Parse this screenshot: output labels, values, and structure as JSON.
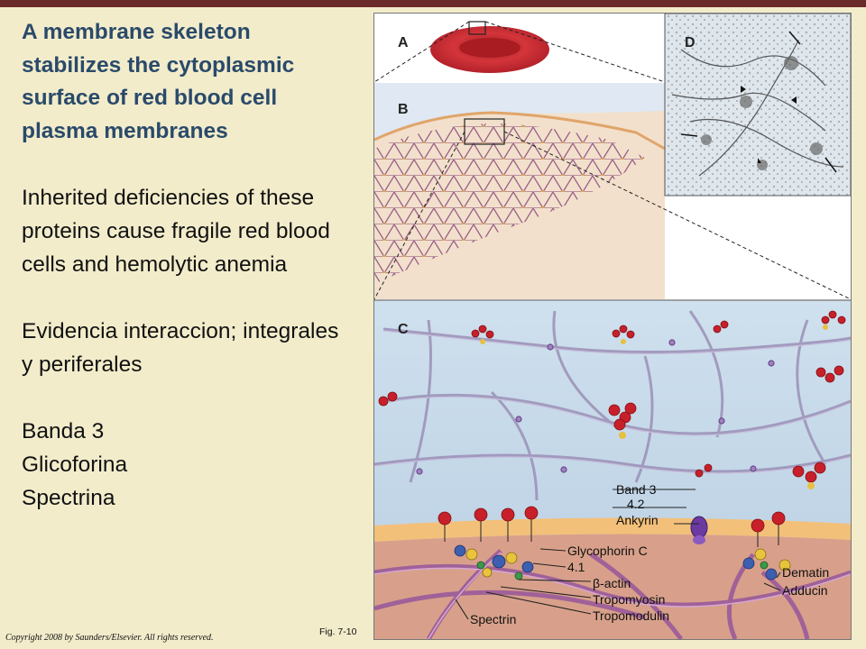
{
  "slide": {
    "title": "A membrane skeleton stabilizes the cytoplasmic surface of red blood cell plasma membranes",
    "paragraph1": "Inherited deficiencies of these proteins cause fragile red blood cells and hemolytic anemia",
    "paragraph2": "Evidencia interaccion; integrales y periferales",
    "list": [
      "Banda 3",
      "Glicoforina",
      "Spectrina"
    ],
    "copyright": "Copyright 2008 by Saunders/Elsevier. All rights reserved.",
    "fig_ref": "Fig. 7-10"
  },
  "figure": {
    "panels": [
      "A",
      "B",
      "C",
      "D"
    ],
    "labels": {
      "band3": "Band 3",
      "p42": "4.2",
      "ankyrin": "Ankyrin",
      "glycophorin": "Glycophorin C",
      "p41": "4.1",
      "bactin": "β-actin",
      "tropomyosin": "Tropomyosin",
      "tropomodulin": "Tropomodulin",
      "spectrin": "Spectrin",
      "dematin": "Dematin",
      "adducin": "Adducin"
    },
    "colors": {
      "membrane": "#f3c07a",
      "cytoplasm": "#d8a08a",
      "spectrin": "#a26aa0",
      "rbc": "#c8262a",
      "protein_red": "#c8202a"
    }
  }
}
